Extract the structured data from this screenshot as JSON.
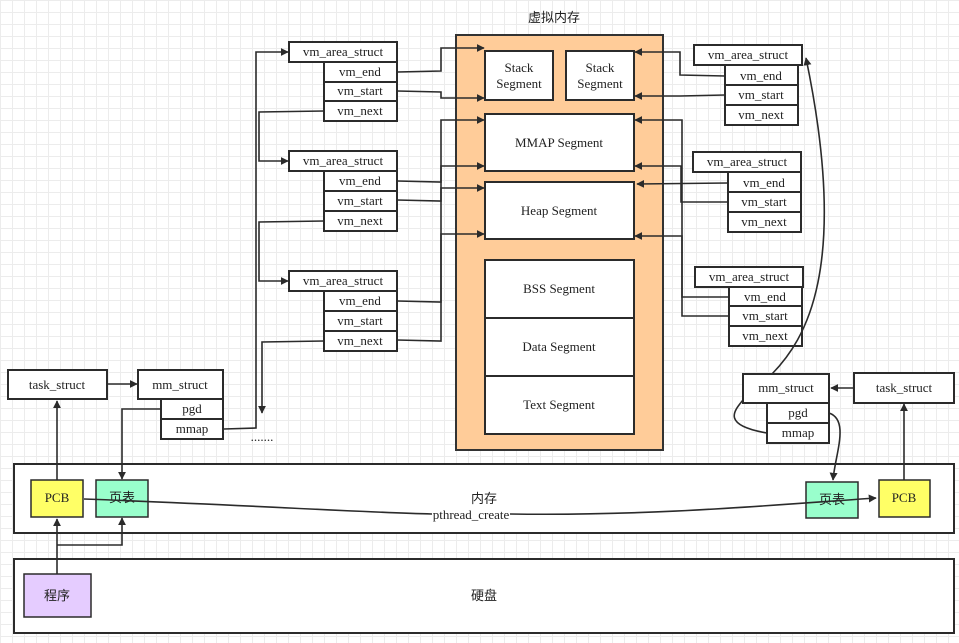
{
  "title": "虚拟内存",
  "segments": {
    "stack_left": [
      "Stack",
      "Segment"
    ],
    "stack_right": [
      "Stack",
      "Segment"
    ],
    "mmap": "MMAP Segment",
    "heap": "Heap Segment",
    "bss": "BSS Segment",
    "data": "Data Segment",
    "text": "Text Segment"
  },
  "left_vmas": [
    {
      "head": "vm_area_struct",
      "end": "vm_end",
      "start": "vm_start",
      "next": "vm_next"
    },
    {
      "head": "vm_area_struct",
      "end": "vm_end",
      "start": "vm_start",
      "next": "vm_next"
    },
    {
      "head": "vm_area_struct",
      "end": "vm_end",
      "start": "vm_start",
      "next": "vm_next"
    }
  ],
  "right_vmas": [
    {
      "head": "vm_area_struct",
      "end": "vm_end",
      "start": "vm_start",
      "next": "vm_next"
    },
    {
      "head": "vm_area_struct",
      "end": "vm_end",
      "start": "vm_start",
      "next": "vm_next"
    },
    {
      "head": "vm_area_struct",
      "end": "vm_end",
      "start": "vm_start",
      "next": "vm_next"
    }
  ],
  "ellipsis": ".......",
  "left_process": {
    "task": "task_struct",
    "mm": "mm_struct",
    "pgd": "pgd",
    "mmap": "mmap"
  },
  "right_process": {
    "task": "task_struct",
    "mm": "mm_struct",
    "pgd": "pgd",
    "mmap": "mmap"
  },
  "memory": {
    "label": "内存",
    "pcb_left": "PCB",
    "pagetable_left": "页表",
    "pcb_right": "PCB",
    "pagetable_right": "页表",
    "thread_call": "pthread_create"
  },
  "disk": {
    "label": "硬盘",
    "program": "程序"
  },
  "colors": {
    "vm_bg": "#ffcc99",
    "vm_border": "#333333",
    "pcb": "#ffff66",
    "pagetable": "#99ffcc",
    "program": "#e5ccff"
  }
}
